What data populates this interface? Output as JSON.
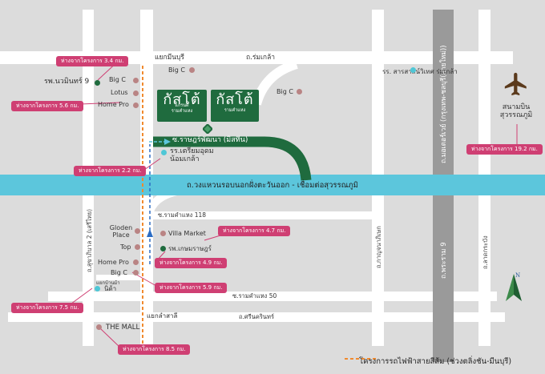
{
  "roads": {
    "ram_klao": "ถ.ร่มเกล้า",
    "rat_phatthana": "ซ.ราษฎร์พัฒนา (มิสทีน)",
    "outer_ring": "ถ.วงแหวนรอบนอกฝั่งตะวันออก - เชื่อมต่อสุวรรณภูมิ",
    "ramkhamhaeng_118": "ซ.รามคำแหง 118",
    "ramkhamhaeng_50": "ซ.รามคำแหง 50",
    "srinakarin": "ถ.ศรีนครินทร์",
    "sukhaphiban_2": "ถ.สุขาภิบาล 2 (เสรีไทย)",
    "kanchanaphisek": "ถ.กาญจนาภิเษก",
    "phra_rama_9": "ถ.พระราม 9",
    "motorway": "ถ.มอเตอร์เวย์ (กรุงเทพ-ชลบุรี(สายใหม่))",
    "lat_krabang": "ถ.ลาดกระบัง"
  },
  "junctions": {
    "min_buri": "แยกมีนบุรี",
    "ban_ma": "แยกบ้านม้า",
    "lam_sali": "แยกลำสาลี"
  },
  "places": {
    "big_c_1": "Big C",
    "big_c_2": "Big C",
    "big_c_3": "Big C",
    "big_c_4": "Big C",
    "lotus": "Lotus",
    "home_pro_1": "Home Pro",
    "home_pro_2": "Home Pro",
    "nawamin_hospital": "รพ.นวมินทร์ 9",
    "sarasas_school": "รร. สารสาสน์วิเทศ ร่มเกล้า",
    "triam_udom": "รร.เตรียมอุดม น้อมเกล้า",
    "gloden_place": "Gloden Place",
    "villa_market": "Villa Market",
    "top": "Top",
    "kasemrad_hospital": "รพ.เกษมราษฎร์",
    "nica": "นิด้า",
    "the_mall": "THE MALL",
    "airport": "สนามบิน สุวรรณภูมิ"
  },
  "distances": {
    "d1": "ห่างจากโครงการ 3.4 กม.",
    "d2": "ห่างจากโครงการ 5.6 กม.",
    "d3": "ห่างจากโครงการ 2.2 กม.",
    "d4": "ห่างจากโครงการ 4.7 กม.",
    "d5": "ห่างจากโครงการ 4.9 กม.",
    "d6": "ห่างจากโครงการ 5.9 กม.",
    "d7": "ห่างจากโครงการ 7.5 กม.",
    "d8": "ห่างจากโครงการ 8.5 กม.",
    "d9": "ห่างจากโครงการ 19.2 กม."
  },
  "brands": {
    "grand_title": "กัสโต้",
    "grand_sub": "แกรนด์",
    "grand_location": "รามคำแหง",
    "main_title": "กัสโต้",
    "main_location": "รามคำแหง"
  },
  "legend": {
    "orange_line_project": "โครงการรถไฟฟ้าสายสีส้ม (ช่วงตลิ่งชัน-มีนบุรี)"
  },
  "colors": {
    "background": "#dcdcdc",
    "road": "#ffffff",
    "ring_road": "#5cc6dc",
    "motorway": "#9a9a9a",
    "rat_phatthana_road": "#1f6b3e",
    "brand_green": "#1f6b3e",
    "distance_tag": "#cf3f73",
    "orange_line": "#f08a2e",
    "place_dot": "#b98484",
    "school_dot": "#4fc7d6"
  }
}
